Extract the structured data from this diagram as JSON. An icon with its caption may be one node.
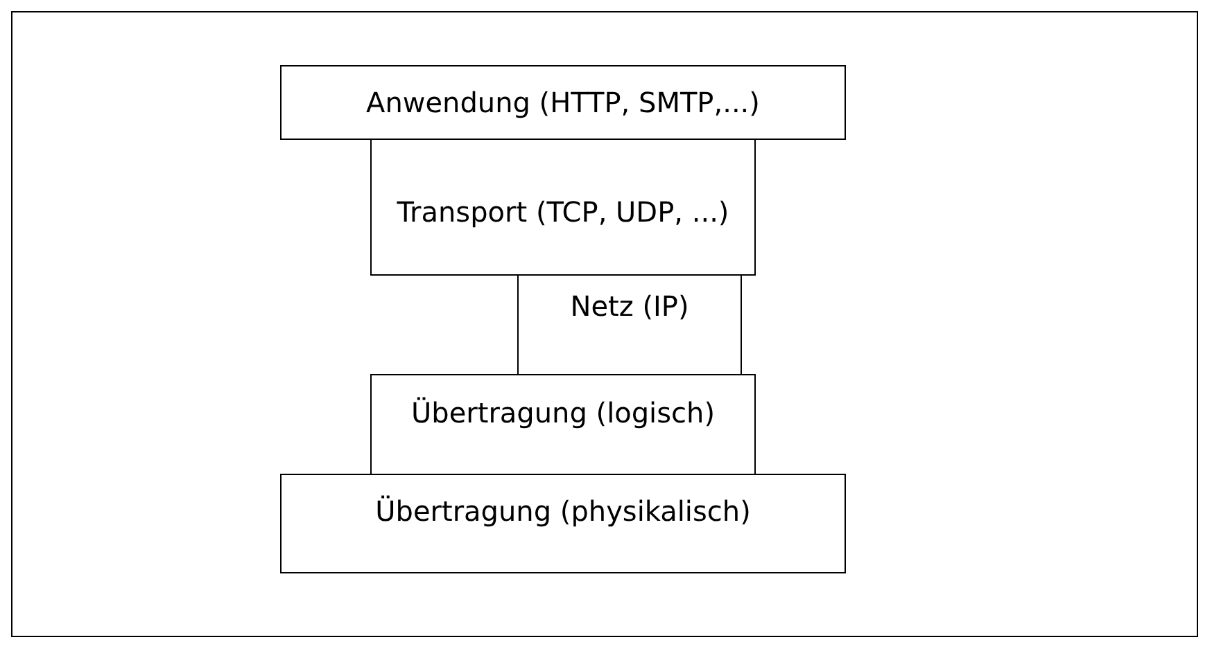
{
  "diagram": {
    "nodes": [
      {
        "text": [
          "Anwendung (HTTP, SMTP,...)"
        ]
      },
      {
        "text": [
          "Transport (TCP, UDP, ...)"
        ]
      },
      {
        "text": [
          "Netz (IP)"
        ]
      },
      {
        "text": [
          "Übertragung (logisch)"
        ]
      },
      {
        "text": [
          "Übertragung (physikalisch)"
        ]
      }
    ]
  }
}
